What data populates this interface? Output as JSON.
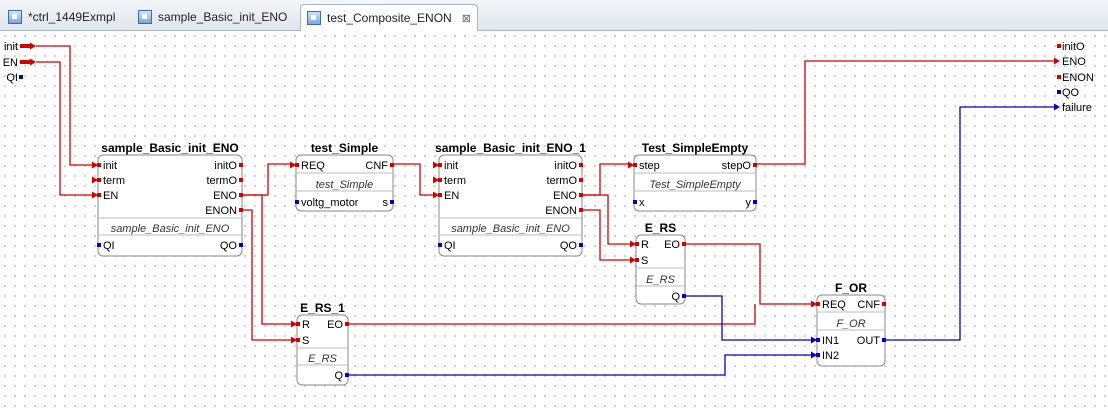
{
  "tabs": [
    {
      "label": "*ctrl_1449Exmpl"
    },
    {
      "label": "sample_Basic_init_ENO"
    },
    {
      "label": "test_Composite_ENON"
    }
  ],
  "colors": {
    "event": "#d40000",
    "data": "#0000cc",
    "block_border": "#8a8a8a"
  },
  "interface_inputs": [
    {
      "name": "init",
      "kind": "event"
    },
    {
      "name": "EN",
      "kind": "event"
    },
    {
      "name": "QI",
      "kind": "data"
    }
  ],
  "interface_outputs": [
    {
      "name": "initO",
      "kind": "event"
    },
    {
      "name": "ENO",
      "kind": "event"
    },
    {
      "name": "ENON",
      "kind": "event"
    },
    {
      "name": "QO",
      "kind": "data"
    },
    {
      "name": "failure",
      "kind": "data"
    }
  ],
  "blocks": {
    "b1": {
      "title": "sample_Basic_init_ENO",
      "type": "sample_Basic_init_ENO",
      "ev_in": [
        "init",
        "term",
        "EN"
      ],
      "ev_out": [
        "initO",
        "termO",
        "ENO",
        "ENON"
      ],
      "dt_in": [
        "QI"
      ],
      "dt_out": [
        "QO"
      ]
    },
    "b2": {
      "title": "test_Simple",
      "type": "test_Simple",
      "ev_in": [
        "REQ"
      ],
      "ev_out": [
        "CNF"
      ],
      "dt_in": [
        "voltg_motor"
      ],
      "dt_out": [
        "s"
      ]
    },
    "b3": {
      "title": "sample_Basic_init_ENO_1",
      "type": "sample_Basic_init_ENO",
      "ev_in": [
        "init",
        "term",
        "EN"
      ],
      "ev_out": [
        "initO",
        "termO",
        "ENO",
        "ENON"
      ],
      "dt_in": [
        "QI"
      ],
      "dt_out": [
        "QO"
      ]
    },
    "b4": {
      "title": "Test_SimpleEmpty",
      "type": "Test_SimpleEmpty",
      "ev_in": [
        "step"
      ],
      "ev_out": [
        "stepO"
      ],
      "dt_in": [
        "x"
      ],
      "dt_out": [
        "y"
      ]
    },
    "b5": {
      "title": "E_RS",
      "type": "E_RS",
      "ev_in": [
        "R",
        "S"
      ],
      "ev_out": [
        "EO"
      ],
      "dt_in": [],
      "dt_out": [
        "Q"
      ]
    },
    "b6": {
      "title": "E_RS_1",
      "type": "E_RS",
      "ev_in": [
        "R",
        "S"
      ],
      "ev_out": [
        "EO"
      ],
      "dt_in": [],
      "dt_out": [
        "Q"
      ]
    },
    "b7": {
      "title": "F_OR",
      "type": "F_OR",
      "ev_in": [
        "REQ"
      ],
      "ev_out": [
        "CNF"
      ],
      "dt_in": [
        "IN1",
        "IN2"
      ],
      "dt_out": [
        "OUT"
      ]
    }
  }
}
